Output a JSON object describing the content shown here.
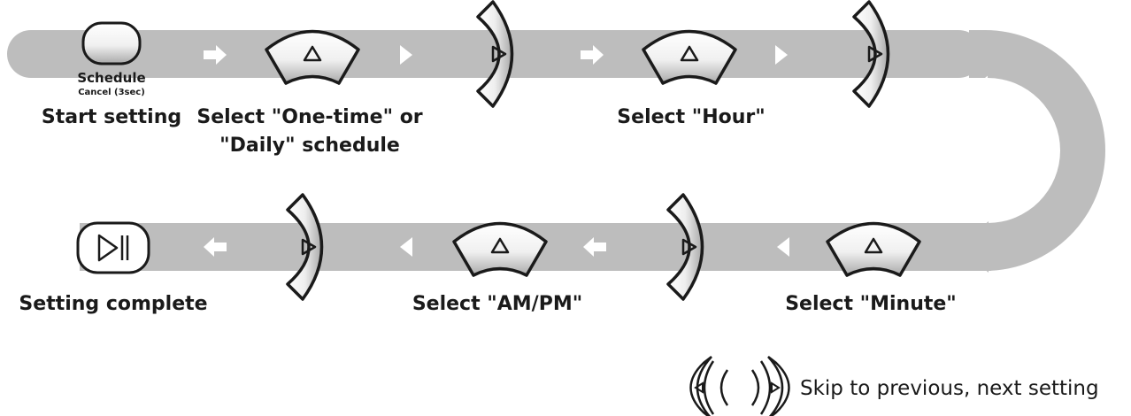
{
  "colors": {
    "track": "#bdbdbd",
    "arrow": "#ffffff",
    "stroke": "#1a1a1a",
    "button_light": "#ffffff",
    "button_dark": "#a9a9a9"
  },
  "buttons": {
    "schedule_label": "Schedule",
    "schedule_sublabel": "Cancel (3sec)",
    "play_pause_icon": "play-pause-icon",
    "up_icon": "triangle-up-icon",
    "next_icon": "triangle-right-icon",
    "prev_icon": "triangle-left-icon"
  },
  "steps": {
    "start": "Start setting",
    "select_schedule_line1": "Select \"One-time\" or",
    "select_schedule_line2": "\"Daily\" schedule",
    "select_hour": "Select \"Hour\"",
    "select_minute": "Select \"Minute\"",
    "select_ampm": "Select \"AM/PM\"",
    "complete": "Setting complete"
  },
  "legend": {
    "text": "Skip to previous, next setting"
  }
}
